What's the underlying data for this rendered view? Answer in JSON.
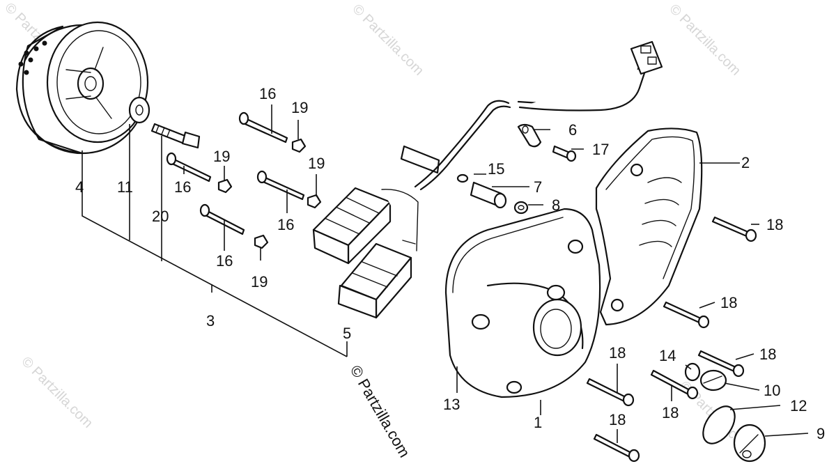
{
  "watermark": "© Partzilla.com",
  "copyright": "© Partzilla.com",
  "callouts": {
    "c1": "1",
    "c2": "2",
    "c3": "3",
    "c4": "4",
    "c5": "5",
    "c6": "6",
    "c7": "7",
    "c8": "8",
    "c9": "9",
    "c10": "10",
    "c11": "11",
    "c12": "12",
    "c13": "13",
    "c14": "14",
    "c15": "15",
    "c16a": "16",
    "c16b": "16",
    "c16c": "16",
    "c16d": "16",
    "c17": "17",
    "c18a": "18",
    "c18b": "18",
    "c18c": "18",
    "c18d": "18",
    "c18e": "18",
    "c18f": "18",
    "c19a": "19",
    "c19b": "19",
    "c19c": "19",
    "c19d": "19",
    "c20": "20"
  }
}
